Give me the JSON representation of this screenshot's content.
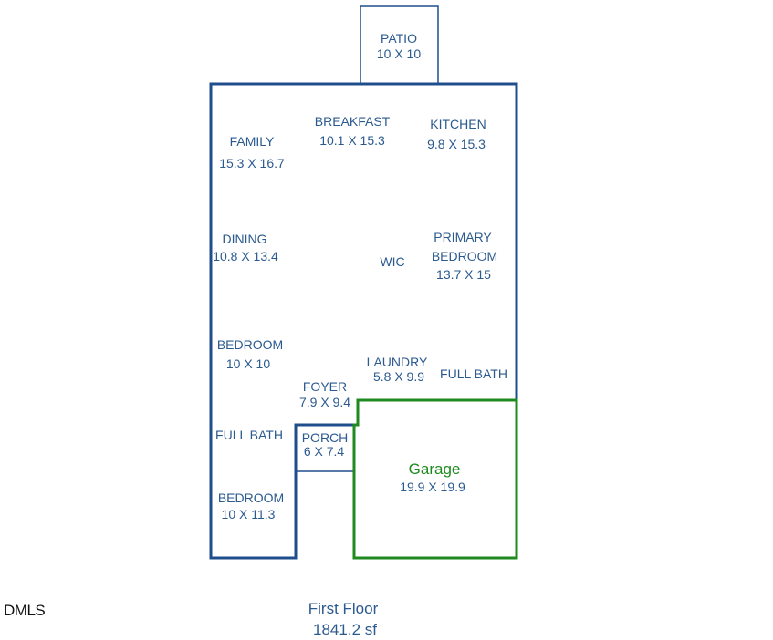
{
  "rooms": {
    "patio": {
      "name": "PATIO",
      "size": "10 X 10"
    },
    "family": {
      "name": "FAMILY",
      "size": "15.3 X 16.7"
    },
    "breakfast": {
      "name": "BREAKFAST",
      "size": "10.1 X 15.3"
    },
    "kitchen": {
      "name": "KITCHEN",
      "size": "9.8 X 15.3"
    },
    "dining": {
      "name": "DINING",
      "size": "10.8 X 13.4"
    },
    "wic": {
      "name": "WIC"
    },
    "primary_bedroom": {
      "name_line1": "PRIMARY",
      "name_line2": "BEDROOM",
      "size": "13.7 X 15"
    },
    "bedroom_1": {
      "name": "BEDROOM",
      "size": "10 X 10"
    },
    "laundry": {
      "name": "LAUNDRY",
      "size": "5.8 X 9.9"
    },
    "full_bath_1": {
      "name": "FULL BATH"
    },
    "foyer": {
      "name": "FOYER",
      "size": "7.9 X 9.4"
    },
    "full_bath_2": {
      "name": "FULL BATH"
    },
    "porch": {
      "name": "PORCH",
      "size": "6 X 7.4"
    },
    "garage": {
      "name": "Garage",
      "size": "19.9 X 19.9"
    },
    "bedroom_2": {
      "name": "BEDROOM",
      "size": "10 X 11.3"
    }
  },
  "footer": {
    "floor": "First Floor",
    "area": "1841.2 sf",
    "watermark": "DMLS"
  },
  "colors": {
    "wall": "#1f4e8c",
    "garage_wall": "#1f8a1f",
    "label": "#2b5a8f"
  }
}
